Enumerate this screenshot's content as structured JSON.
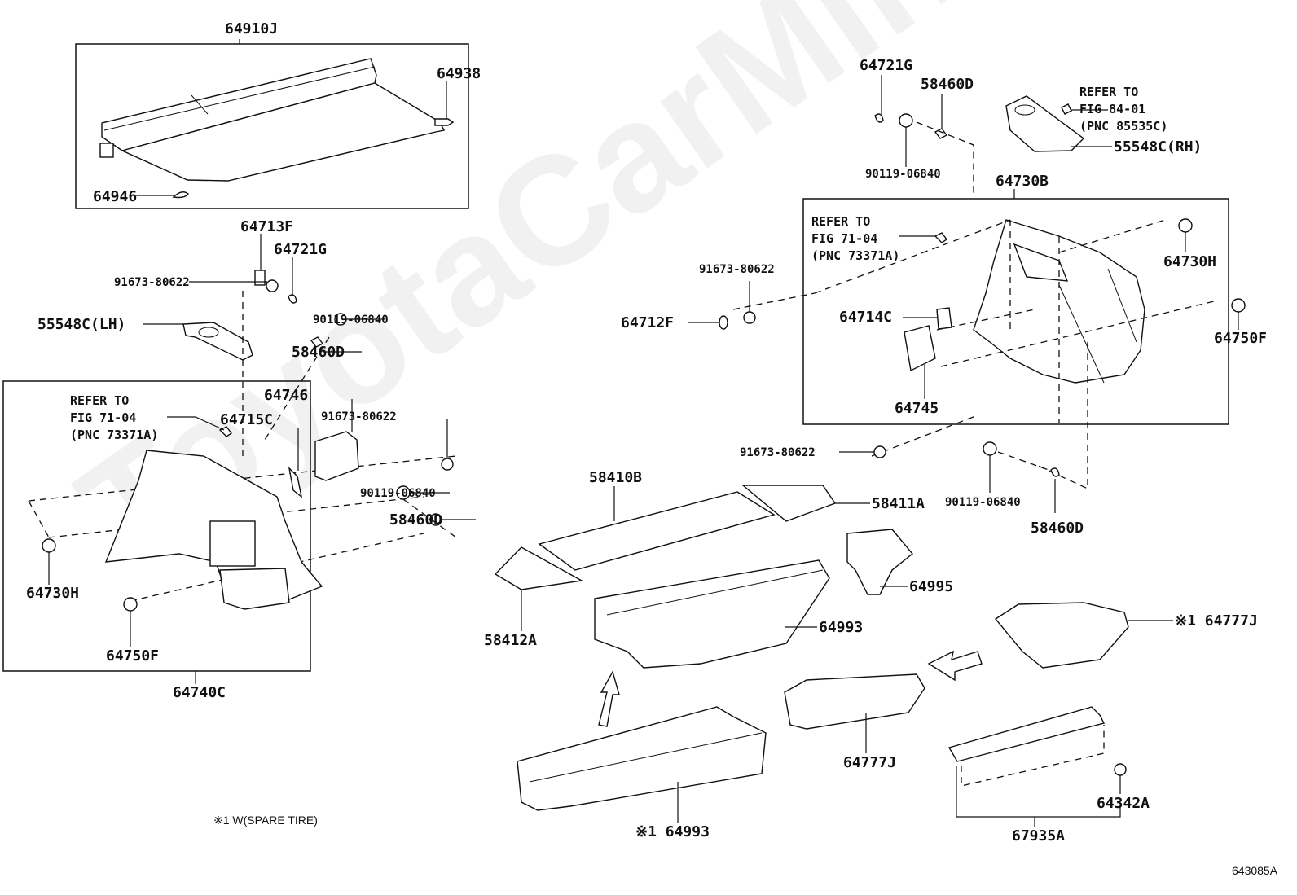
{
  "diagram": {
    "watermark": "ToyotaCarMine.ru",
    "figure_id": "643085A",
    "footnote": "※1 W(SPARE TIRE)",
    "groups": {
      "tonneau": {
        "label": "64910J"
      },
      "left_trim": {
        "label": "64740C"
      },
      "right_trim": {
        "label": "64730B"
      },
      "rear_sill": {
        "label": "67935A"
      }
    },
    "labels": {
      "l64910J": "64910J",
      "l64938": "64938",
      "l64946": "64946",
      "l64713F": "64713F",
      "l64721G_left": "64721G",
      "l91673_a": "91673-80622",
      "l55548C_LH": "55548C(LH)",
      "l90119_a": "90119-06840",
      "l58460D_a": "58460D",
      "l64746": "64746",
      "l64715C": "64715C",
      "l91673_b": "91673-80622",
      "l90119_b": "90119-06840",
      "l58460D_b": "58460D",
      "l64730H_left": "64730H",
      "l64750F_left": "64750F",
      "l64740C": "64740C",
      "l64721G_right": "64721G",
      "l58460D_c": "58460D",
      "l90119_c": "90119-06840",
      "l55548C_RH": "55548C(RH)",
      "l64730B": "64730B",
      "l91673_c": "91673-80622",
      "l64712F": "64712F",
      "l64714C": "64714C",
      "l64745": "64745",
      "l64730H_right": "64730H",
      "l64750F_right": "64750F",
      "l91673_d": "91673-80622",
      "l90119_d": "90119-06840",
      "l58460D_d": "58460D",
      "l58410B": "58410B",
      "l58411A": "58411A",
      "l58412A": "58412A",
      "l64995": "64995",
      "l64993": "64993",
      "l64777J_spare": "※1 64777J",
      "l64777J": "64777J",
      "l64993_spare": "※1 64993",
      "l64342A": "64342A",
      "l67935A": "67935A"
    },
    "references": {
      "left": [
        "REFER TO",
        "FIG 71-04",
        "(PNC 73371A)"
      ],
      "right_box": [
        "REFER TO",
        "FIG 71-04",
        "(PNC 73371A)"
      ],
      "top_right": [
        "REFER TO",
        "FIG 84-01",
        "(PNC 85535C)"
      ]
    }
  }
}
